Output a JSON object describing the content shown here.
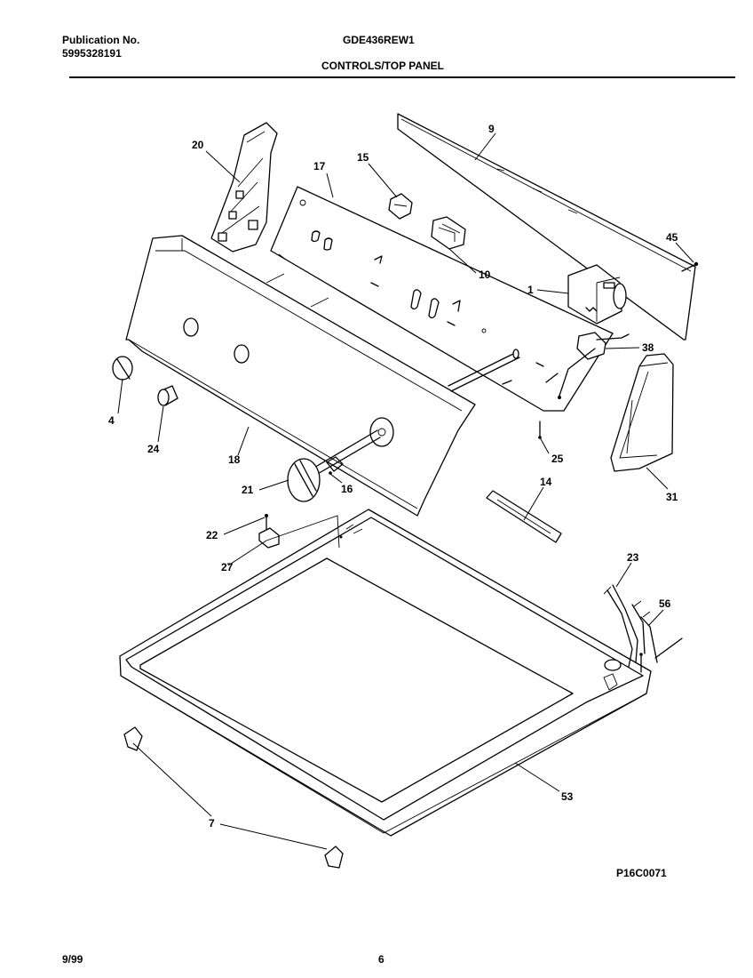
{
  "header": {
    "publication_label": "Publication No.",
    "publication_number": "5995328191",
    "model": "GDE436REW1",
    "section_title": "CONTROLS/TOP PANEL"
  },
  "diagram": {
    "drawing_code": "P16C0071",
    "callouts": [
      "1",
      "4",
      "7",
      "9",
      "10",
      "14",
      "15",
      "16",
      "17",
      "18",
      "20",
      "21",
      "22",
      "23",
      "24",
      "25",
      "27",
      "31",
      "38",
      "45",
      "53",
      "56"
    ]
  },
  "footer": {
    "date": "9/99",
    "page": "6"
  }
}
